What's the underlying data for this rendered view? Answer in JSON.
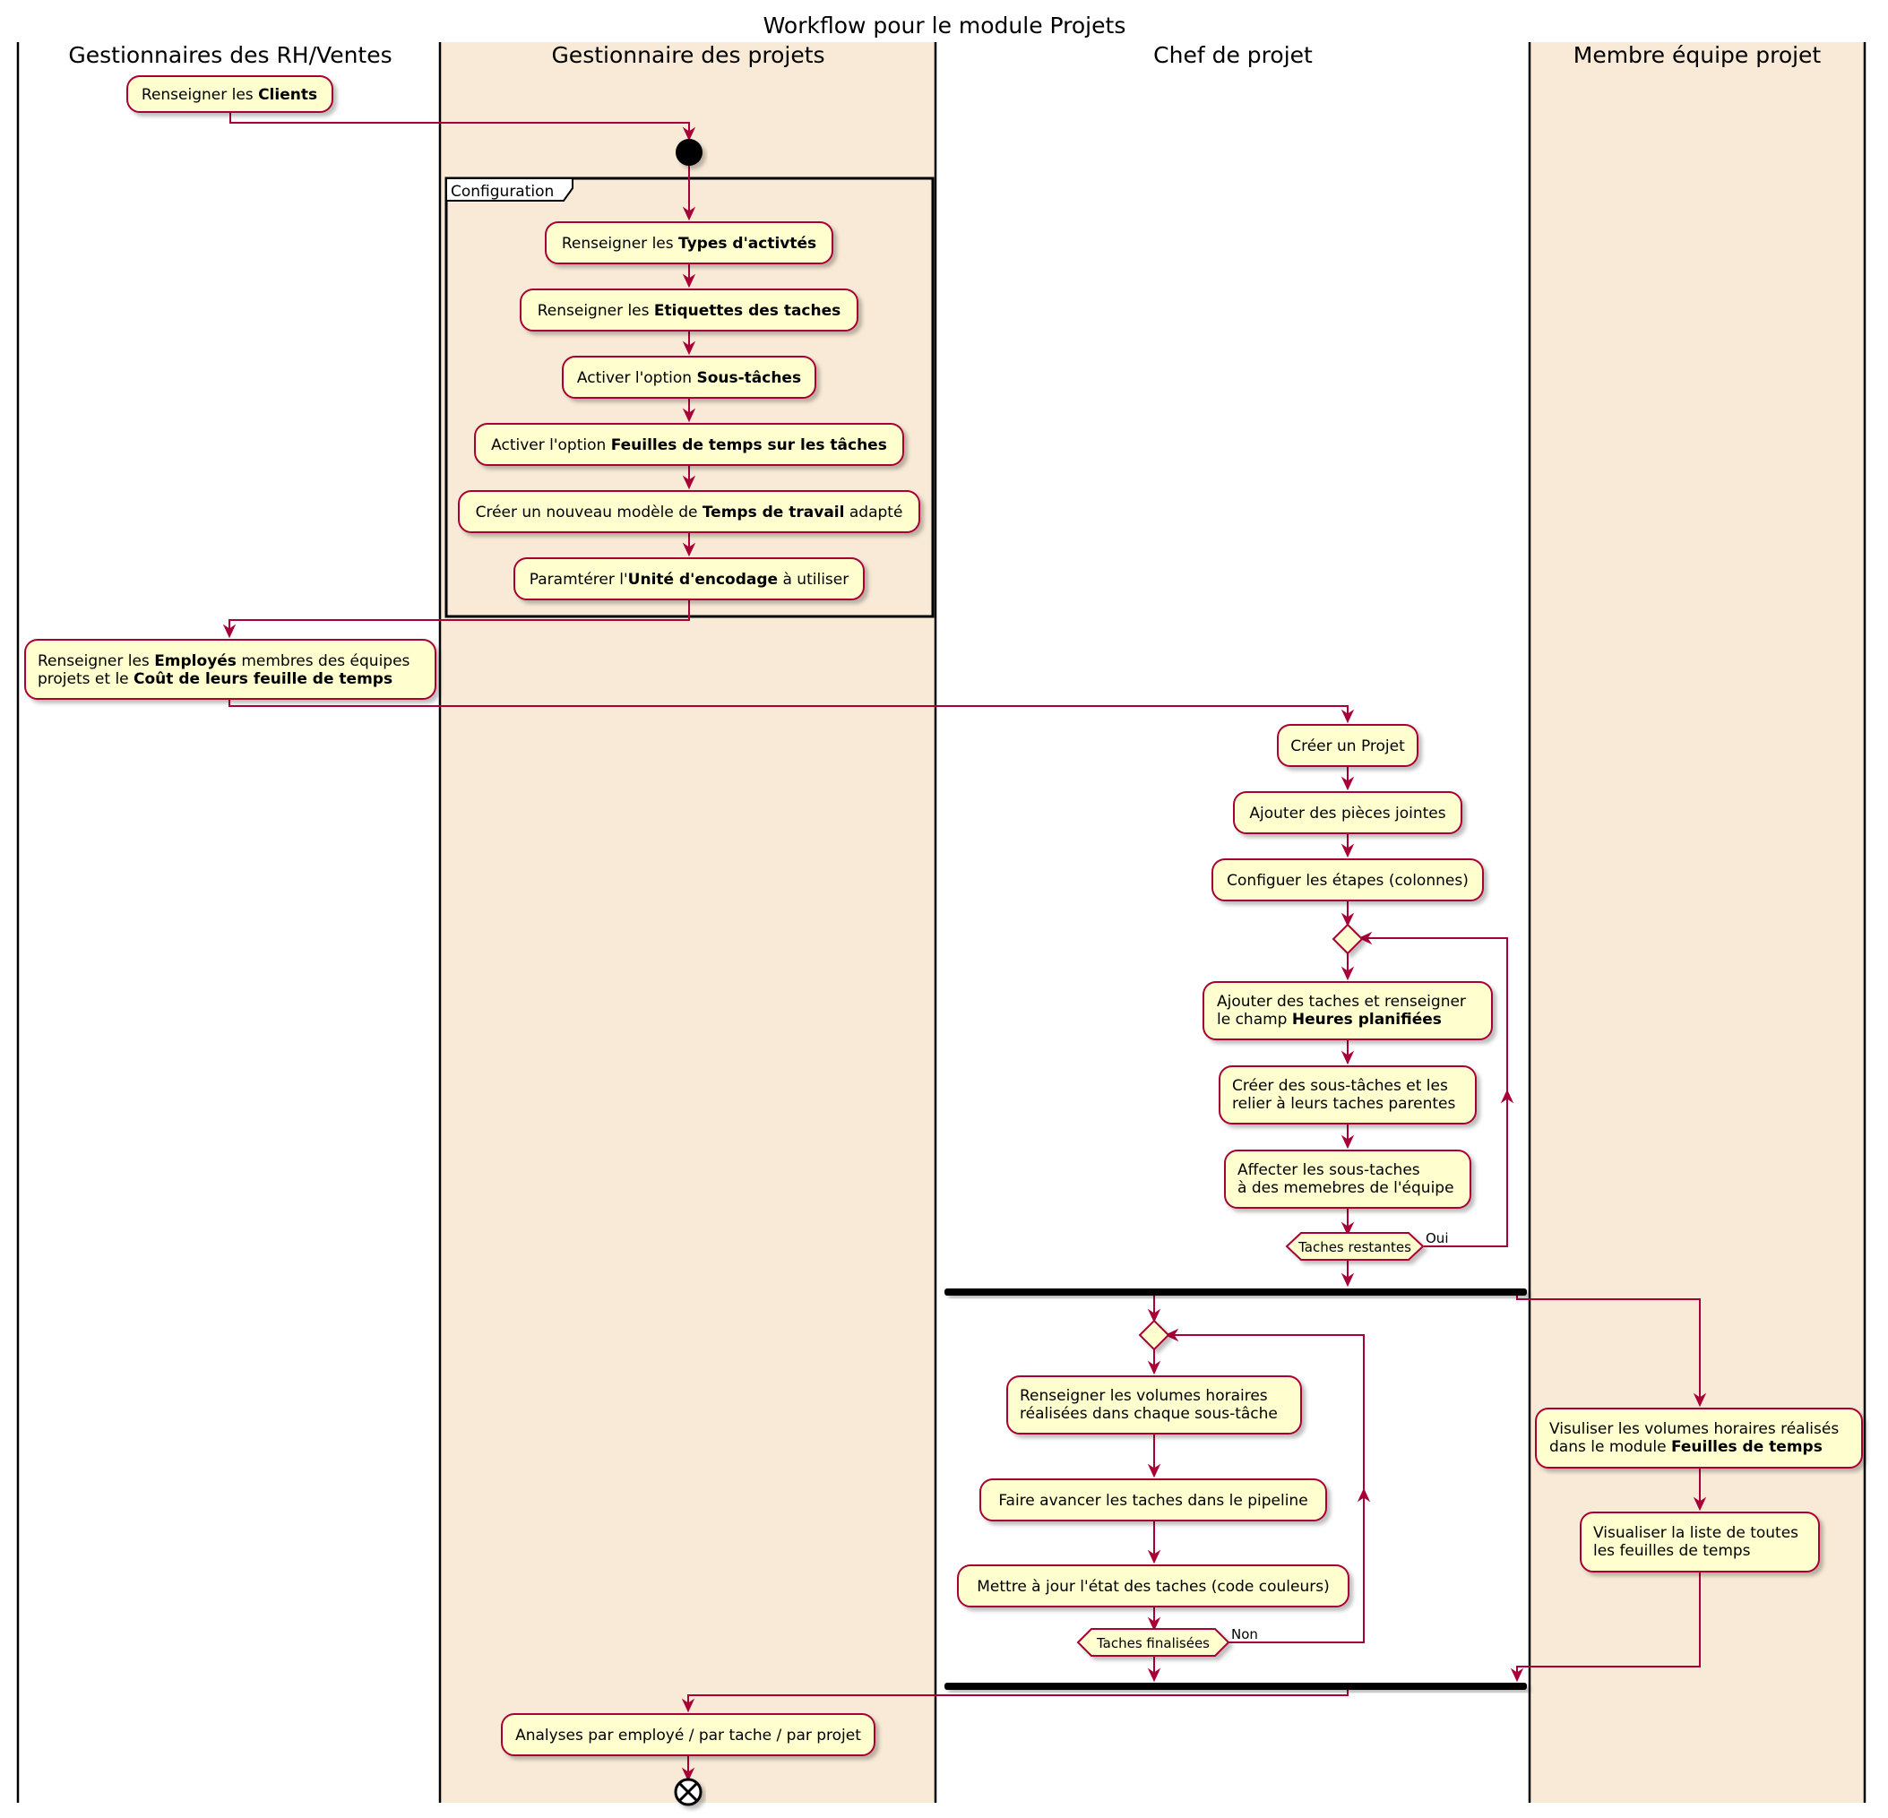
{
  "title": "Workflow pour le module Projets",
  "lanes": [
    "Gestionnaires des RH/Ventes",
    "Gestionnaire des projets",
    "Chef de projet",
    "Membre équipe projet"
  ],
  "group_label": "Configuration",
  "activities": {
    "clients": {
      "parts": [
        [
          "Renseigner les ",
          ""
        ],
        [
          "Clients",
          "b"
        ]
      ]
    },
    "types": {
      "parts": [
        [
          "Renseigner les ",
          ""
        ],
        [
          "Types d'activtés",
          "b"
        ]
      ]
    },
    "etiquettes": {
      "parts": [
        [
          "Renseigner les ",
          ""
        ],
        [
          "Etiquettes des taches",
          "b"
        ]
      ]
    },
    "soustaches_opt": {
      "parts": [
        [
          "Activer l'option ",
          ""
        ],
        [
          "Sous-tâches",
          "b"
        ]
      ]
    },
    "feuilles_opt": {
      "parts": [
        [
          "Activer l'option ",
          ""
        ],
        [
          "Feuilles de temps sur les tâches",
          "b"
        ]
      ]
    },
    "modele": {
      "parts": [
        [
          "Créer un nouveau modèle de ",
          ""
        ],
        [
          "Temps de travail",
          "b"
        ],
        [
          " adapté",
          ""
        ]
      ]
    },
    "unite": {
      "parts": [
        [
          "Paramtérer l'",
          ""
        ],
        [
          "Unité d'encodage",
          "b"
        ],
        [
          " à utiliser",
          ""
        ]
      ]
    },
    "employes": {
      "lines": [
        [
          [
            "Renseigner les ",
            ""
          ],
          [
            "Employés",
            "b"
          ],
          [
            " membres des équipes",
            ""
          ]
        ],
        [
          [
            "projets et le ",
            ""
          ],
          [
            "Coût de leurs feuille de temps",
            "b"
          ]
        ]
      ]
    },
    "projet": {
      "parts": [
        [
          "Créer un Projet",
          ""
        ]
      ]
    },
    "pieces": {
      "parts": [
        [
          "Ajouter des pièces jointes",
          ""
        ]
      ]
    },
    "etapes": {
      "parts": [
        [
          "Configuer les étapes (colonnes)",
          ""
        ]
      ]
    },
    "taches": {
      "lines": [
        [
          [
            "Ajouter des taches et renseigner",
            ""
          ]
        ],
        [
          [
            "le champ ",
            ""
          ],
          [
            "Heures planifiées",
            "b"
          ]
        ]
      ]
    },
    "sous_taches": {
      "lines": [
        [
          [
            "Créer des sous-tâches et les",
            ""
          ]
        ],
        [
          [
            "relier à leurs taches parentes",
            ""
          ]
        ]
      ]
    },
    "affecter": {
      "lines": [
        [
          [
            "Affecter les sous-taches",
            ""
          ]
        ],
        [
          [
            "à des memebres de l'équipe",
            ""
          ]
        ]
      ]
    },
    "volumes": {
      "lines": [
        [
          [
            "Renseigner les volumes horaires",
            ""
          ]
        ],
        [
          [
            "réalisées dans chaque sous-tâche",
            ""
          ]
        ]
      ]
    },
    "pipeline": {
      "parts": [
        [
          "Faire avancer les taches dans le pipeline",
          ""
        ]
      ]
    },
    "etat": {
      "parts": [
        [
          "Mettre à jour l'état des taches (code couleurs)",
          ""
        ]
      ]
    },
    "visuliser": {
      "lines": [
        [
          [
            "Visuliser les volumes horaires réalisés",
            ""
          ]
        ],
        [
          [
            "dans le module ",
            ""
          ],
          [
            "Feuilles de temps",
            "b"
          ]
        ]
      ]
    },
    "liste": {
      "lines": [
        [
          [
            "Visualiser la liste de toutes",
            ""
          ]
        ],
        [
          [
            "les feuilles de temps",
            ""
          ]
        ]
      ]
    },
    "analyses": {
      "parts": [
        [
          "Analyses par employé / par tache / par projet",
          ""
        ]
      ]
    }
  },
  "decisions": {
    "restantes": {
      "label": "Taches restantes",
      "branch": "Oui"
    },
    "finalisees": {
      "label": "Taches finalisées",
      "branch": "Non"
    }
  },
  "colors": {
    "activity_fill": "#fefece",
    "border": "#a80036",
    "lane_alt": "#f8ead6"
  }
}
